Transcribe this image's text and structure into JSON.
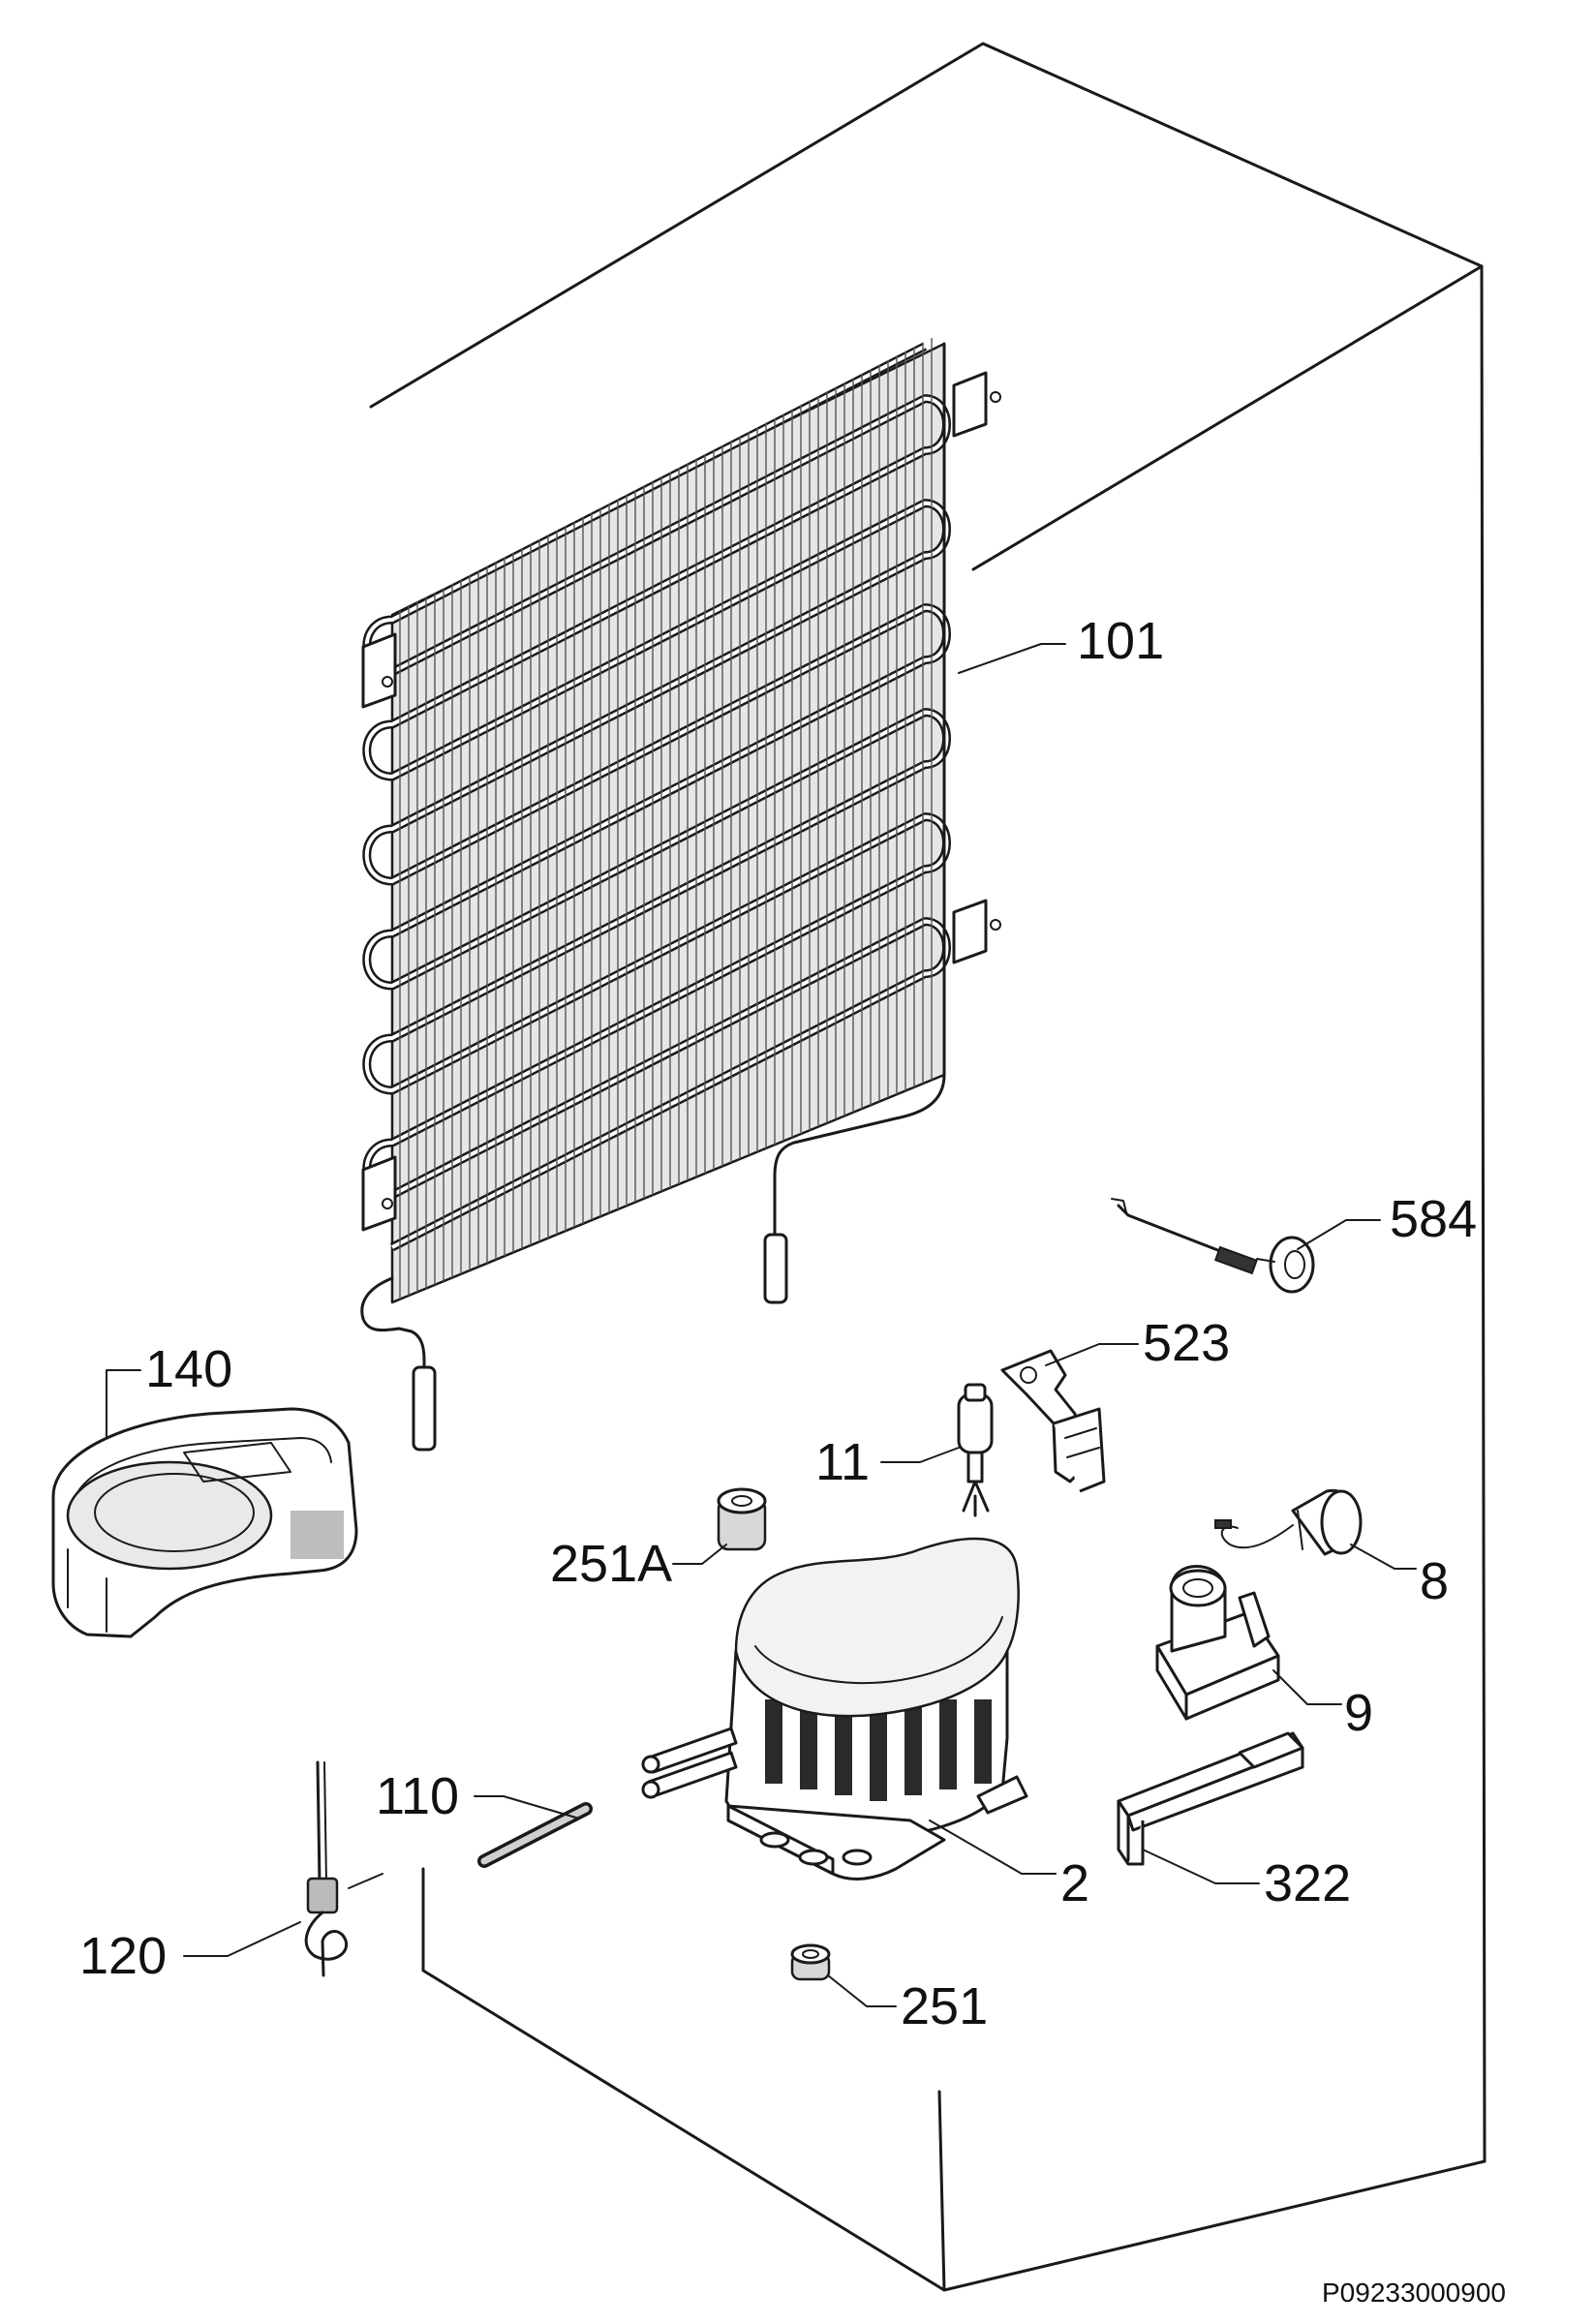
{
  "diagram": {
    "parts": [
      {
        "id": "condenser",
        "label": "101"
      },
      {
        "id": "thermostat-tube",
        "label": "584"
      },
      {
        "id": "relay-clip",
        "label": "523"
      },
      {
        "id": "filter-drier",
        "label": "11"
      },
      {
        "id": "drip-tray",
        "label": "140"
      },
      {
        "id": "rubber-grommet-a",
        "label": "251A"
      },
      {
        "id": "overload-protector",
        "label": "8"
      },
      {
        "id": "start-relay",
        "label": "9"
      },
      {
        "id": "capillary-tube",
        "label": "110"
      },
      {
        "id": "compressor",
        "label": "2"
      },
      {
        "id": "mounting-rail",
        "label": "322"
      },
      {
        "id": "service-valve",
        "label": "120"
      },
      {
        "id": "rubber-grommet",
        "label": "251"
      }
    ],
    "drawing_code": "P09233000900"
  }
}
